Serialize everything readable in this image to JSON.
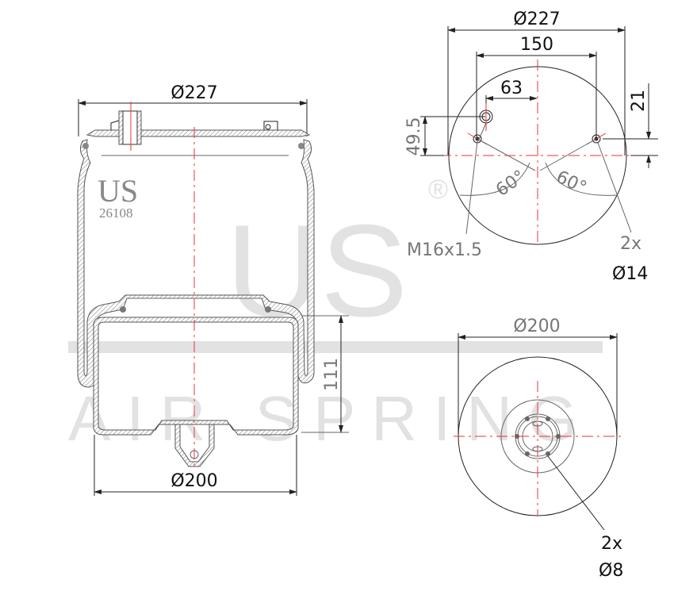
{
  "watermark": {
    "brand": "US",
    "registered": "®",
    "tagline": "AIR SPRING"
  },
  "logo": {
    "brand": "US",
    "part_number": "26108"
  },
  "side_view": {
    "top_diameter": "Ø227",
    "piston_diameter": "Ø200",
    "piston_height": "111"
  },
  "top_view": {
    "diameter": "Ø227",
    "stud_spacing": "150",
    "air_inlet_offset": "63",
    "offset_vertical": "49.5",
    "stud_offset": "21",
    "angle_left": "60°",
    "angle_right": "60°",
    "thread_label": "M16x1.5",
    "stud_count": "2x",
    "stud_diameter": "Ø14"
  },
  "bottom_view": {
    "diameter": "Ø200",
    "hole_count": "2x",
    "hole_diameter": "Ø8"
  },
  "colors": {
    "centerline": "#e33333",
    "line": "#222222",
    "watermark": "#e2e2e2"
  }
}
